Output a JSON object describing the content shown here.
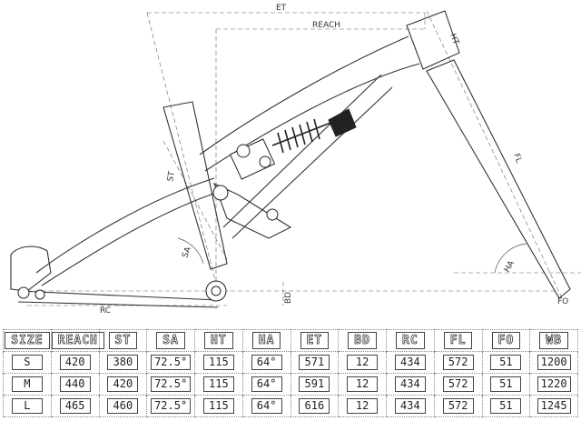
{
  "labels": {
    "et": "ET",
    "reach": "REACH",
    "ht": "HT",
    "st": "ST",
    "fl": "FL",
    "ha": "HA",
    "sa": "SA",
    "rc": "RC",
    "bd": "BD",
    "fo": "FO"
  },
  "table": {
    "headers": [
      "SIZE",
      "REACH",
      "ST",
      "SA",
      "HT",
      "HA",
      "ET",
      "BD",
      "RC",
      "FL",
      "FO",
      "WB"
    ],
    "rows": [
      [
        "S",
        "420",
        "380",
        "72.5°",
        "115",
        "64°",
        "571",
        "12",
        "434",
        "572",
        "51",
        "1200"
      ],
      [
        "M",
        "440",
        "420",
        "72.5°",
        "115",
        "64°",
        "591",
        "12",
        "434",
        "572",
        "51",
        "1220"
      ],
      [
        "L",
        "465",
        "460",
        "72.5°",
        "115",
        "64°",
        "616",
        "12",
        "434",
        "572",
        "51",
        "1245"
      ]
    ]
  }
}
